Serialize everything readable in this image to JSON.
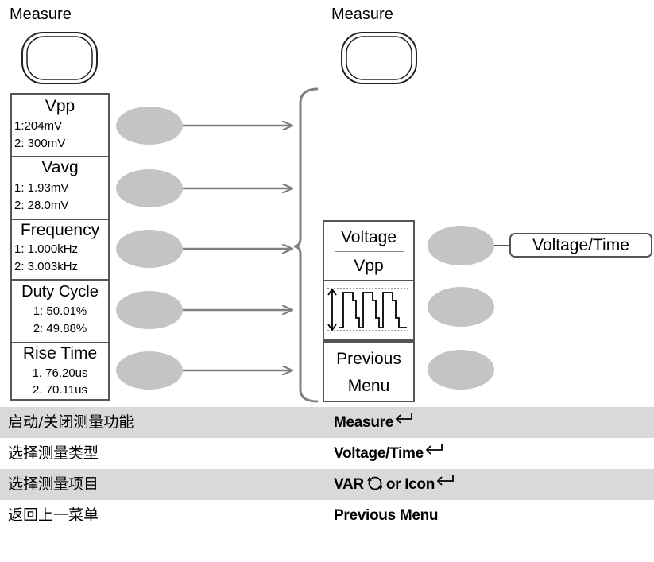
{
  "left_panel": {
    "title": "Measure",
    "items": [
      {
        "title": "Vpp",
        "line1": "1:204mV",
        "line2": "2: 300mV"
      },
      {
        "title": "Vavg",
        "line1": "1: 1.93mV",
        "line2": "2: 28.0mV"
      },
      {
        "title": "Frequency",
        "line1": "1: 1.000kHz",
        "line2": "2: 3.003kHz"
      },
      {
        "title": "Duty Cycle",
        "line1": "1: 50.01%",
        "line2": "2: 49.88%"
      },
      {
        "title": "Rise Time",
        "line1": "1. 76.20us",
        "line2": "2. 70.11us"
      }
    ]
  },
  "right_panel": {
    "title": "Measure",
    "voltage_label": "Voltage",
    "vpp_label": "Vpp",
    "previous_label": "Previous",
    "menu_label": "Menu",
    "callout": "Voltage/Time"
  },
  "table": {
    "rows": [
      {
        "left": "启动/关闭测量功能",
        "right": "Measure"
      },
      {
        "left": "选择测量类型",
        "right": "Voltage/Time"
      },
      {
        "left": "选择测量项目",
        "right_prefix": "VAR",
        "right_suffix": "or Icon"
      },
      {
        "left": "返回上一菜单",
        "right": "Previous Menu"
      }
    ]
  },
  "colors": {
    "gray_button": "#c4c4c4",
    "arrow": "#808080",
    "row_band": "#d9d9d9"
  }
}
